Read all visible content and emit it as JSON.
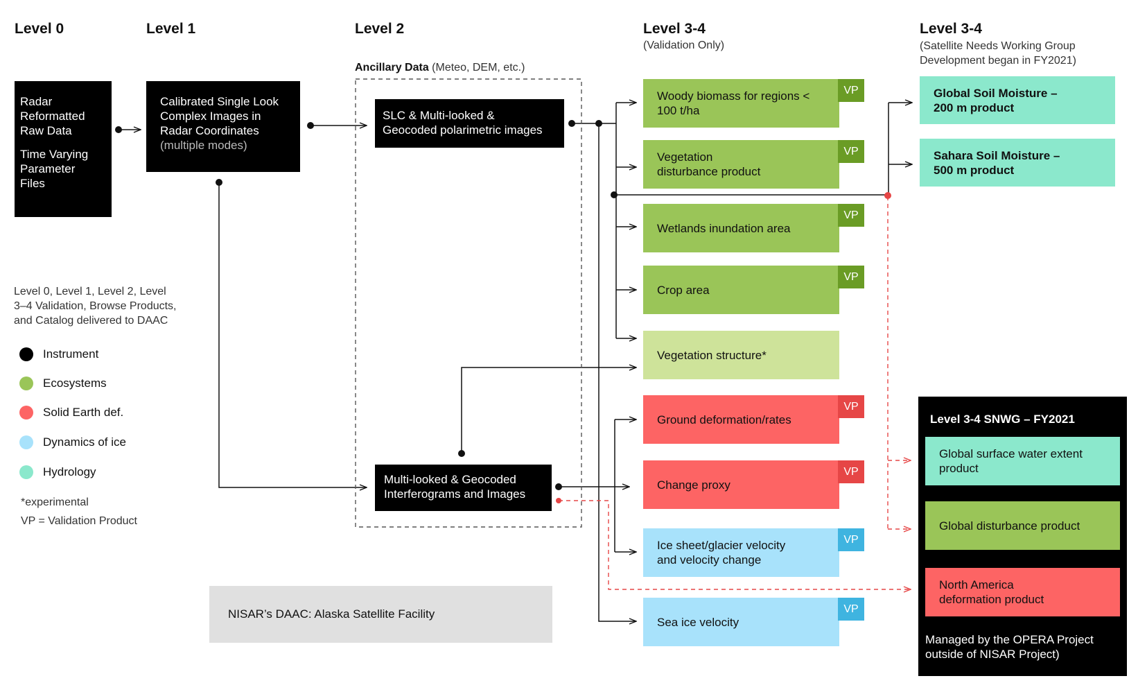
{
  "levels": {
    "l0": "Level 0",
    "l1": "Level 1",
    "l2": "Level 2",
    "l34a": "Level 3-4",
    "l34a_sub": "(Validation Only)",
    "l34b": "Level 3-4",
    "l34b_sub1": "(Satellite Needs Working Group",
    "l34b_sub2": "Development began in FY2021)"
  },
  "level0_box": {
    "line1": "Radar",
    "line2": "Reformatted",
    "line3": "Raw Data",
    "line4": "Time Varying",
    "line5": "Parameter",
    "line6": "Files"
  },
  "level1_box": {
    "line1": "Calibrated Single Look",
    "line2": "Complex Images in",
    "line3": "Radar Coordinates",
    "line4": "(multiple modes)"
  },
  "level2": {
    "ancillary_bold": "Ancillary Data",
    "ancillary_rest": " (Meteo, DEM, etc.)",
    "slc_line1": "SLC & Multi-looked &",
    "slc_line2": "Geocoded polarimetric images",
    "ifg_line1": "Multi-looked & Geocoded",
    "ifg_line2": "Interferograms and Images"
  },
  "products": {
    "woody_l1": "Woody biomass for regions <",
    "woody_l2": "100 t/ha",
    "veg_dist_l1": "Vegetation",
    "veg_dist_l2": "disturbance product",
    "wetlands": "Wetlands inundation area",
    "crop": "Crop area",
    "veg_struct": "Vegetation structure*",
    "ground_def": "Ground deformation/rates",
    "change_proxy": "Change proxy",
    "ice_l1": "Ice sheet/glacier velocity",
    "ice_l2": "and velocity change",
    "sea_ice": "Sea ice velocity",
    "vp": "VP"
  },
  "snwg_top": {
    "soil_global_l1": "Global Soil Moisture –",
    "soil_global_l2": "200 m product",
    "soil_sahara_l1": "Sahara Soil Moisture –",
    "soil_sahara_l2": "500 m product"
  },
  "snwg_panel": {
    "title": "Level 3-4 SNWG – FY2021",
    "water_l1": "Global surface water extent",
    "water_l2": "product",
    "disturbance": "Global disturbance product",
    "na_l1": "North America",
    "na_l2": "deformation product",
    "footer_l1": "Managed by the OPERA Project",
    "footer_l2": "outside of NISAR Project)"
  },
  "notes": {
    "delivered_l1": "Level 0, Level 1, Level 2, Level",
    "delivered_l2": "3–4 Validation, Browse Products,",
    "delivered_l3": "and Catalog delivered to DAAC",
    "experimental": "*experimental",
    "vp_def": "VP = Validation Product",
    "daac": "NISAR’s DAAC: Alaska Satellite Facility"
  },
  "legend": [
    {
      "label": "Instrument",
      "color": "#000000"
    },
    {
      "label": "Ecosystems",
      "color": "#9ac558"
    },
    {
      "label": "Solid Earth def.",
      "color": "#fd6464"
    },
    {
      "label": "Dynamics of ice",
      "color": "#a8e2fb"
    },
    {
      "label": "Hydrology",
      "color": "#8be8cc"
    }
  ]
}
